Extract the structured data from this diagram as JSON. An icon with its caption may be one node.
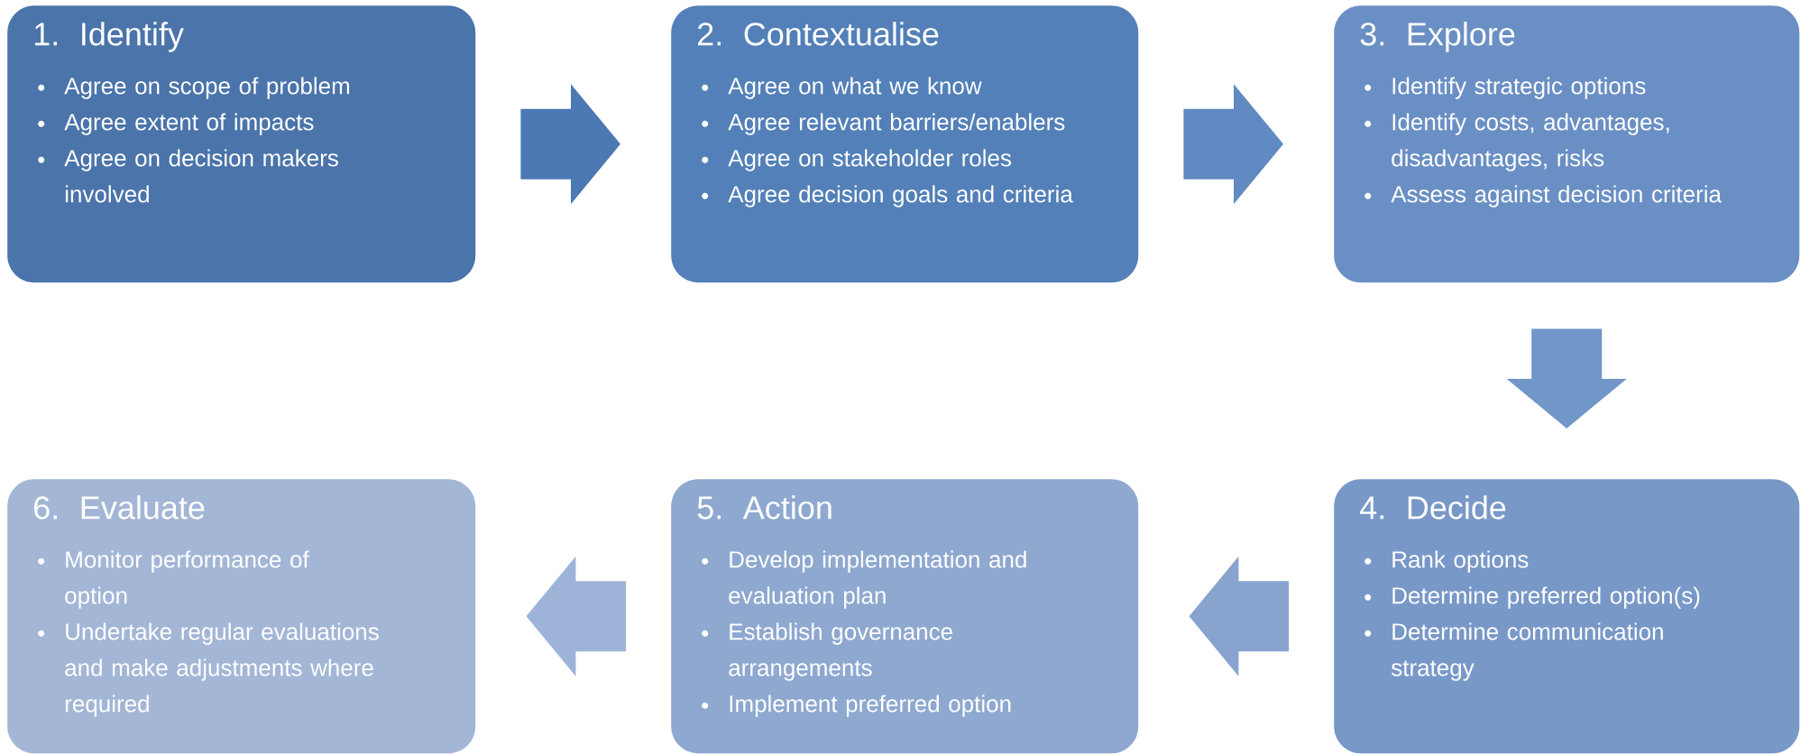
{
  "diagram": {
    "nodes": [
      {
        "text": [
          "1. Identify",
          "Agree on scope of problem",
          "Agree extent of impacts",
          "Agree on decision makers involved"
        ]
      },
      {
        "text": [
          "2. Contextualise",
          "Agree on what we know",
          "Agree relevant barriers/enablers",
          "Agree on stakeholder roles",
          "Agree decision goals and criteria"
        ]
      },
      {
        "text": [
          "3. Explore",
          "Identify strategic options",
          "Identify costs, advantages, disadvantages, risks",
          "Assess against decision criteria"
        ]
      },
      {
        "text": [
          "4. Decide",
          "Rank options",
          "Determine preferred option(s)",
          "Determine communication strategy"
        ]
      },
      {
        "text": [
          "5. Action",
          "Develop implementation and evaluation plan",
          "Establish governance arrangements",
          "Implement preferred option"
        ]
      },
      {
        "text": [
          "6. Evaluate",
          "Monitor performance of option",
          "Undertake regular evaluations and make adjustments where required"
        ]
      }
    ],
    "edges": [
      {
        "from": 0,
        "to": 1,
        "arrow": "to",
        "color": "#4a79b4"
      },
      {
        "from": 1,
        "to": 2,
        "arrow": "to",
        "color": "#608ac1"
      },
      {
        "from": 2,
        "to": 3,
        "arrow": "to",
        "color": "#7196c8"
      },
      {
        "from": 3,
        "to": 4,
        "arrow": "to",
        "color": "#88a3cd"
      },
      {
        "from": 4,
        "to": 5,
        "arrow": "to",
        "color": "#9db4d8"
      }
    ]
  }
}
